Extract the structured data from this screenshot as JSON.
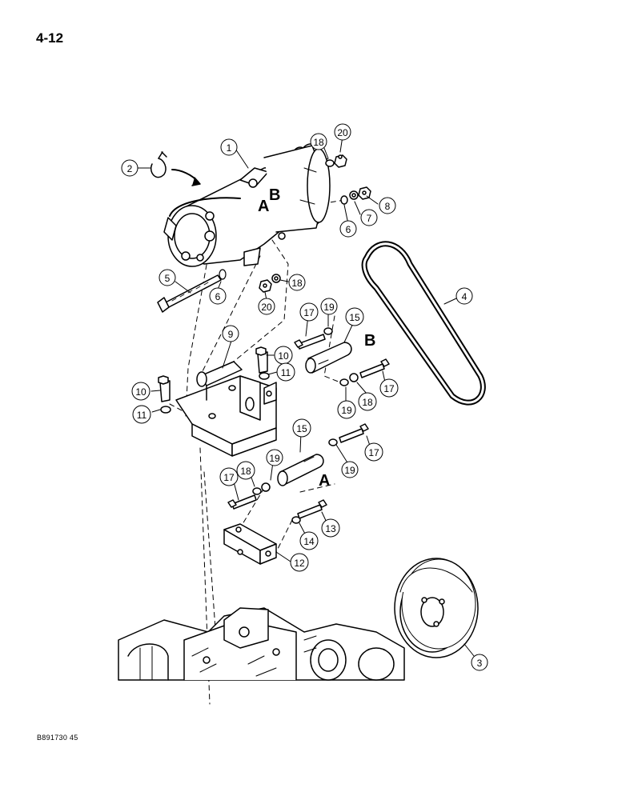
{
  "page": {
    "number": "4-12",
    "figure_code": "B891730 45"
  },
  "diagram": {
    "callouts": [
      "1",
      "2",
      "3",
      "4",
      "5",
      "6",
      "6",
      "7",
      "8",
      "9",
      "10",
      "10",
      "11",
      "11",
      "12",
      "13",
      "14",
      "15",
      "15",
      "17",
      "17",
      "17",
      "17",
      "18",
      "18",
      "18",
      "18",
      "19",
      "19",
      "19",
      "19",
      "20",
      "20"
    ],
    "letters": [
      "A",
      "B",
      "B",
      "A"
    ],
    "parts": [
      "compressor",
      "wire-harness",
      "crankshaft-pulley",
      "drive-belt",
      "mounting-bolt",
      "mounting-bracket",
      "spacer-sleeve",
      "mounting-block",
      "engine"
    ]
  }
}
